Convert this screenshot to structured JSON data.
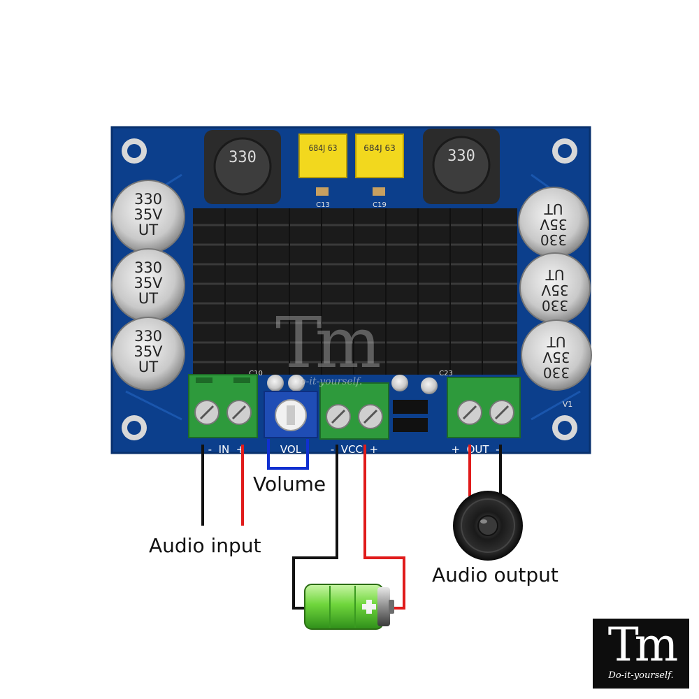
{
  "labels": {
    "audio_input": "Audio input",
    "volume": "Volume",
    "audio_output": "Audio output"
  },
  "board": {
    "inductor_left": "330",
    "inductor_right": "330",
    "film_cap_left": "684J 63",
    "film_cap_right": "684J 63",
    "cap_marking": [
      "330",
      "35V",
      "UT"
    ],
    "terminal_in": "-  IN  +",
    "terminal_vol": "VOL",
    "terminal_vcc": "-  VCC  +",
    "terminal_out": "+  OUT  -",
    "ref_c10": "C10",
    "ref_c13": "C13",
    "ref_c19": "C19",
    "ref_c23": "C23",
    "ref_v1": "V1"
  },
  "logo": {
    "mark": "Tm",
    "tagline": "Do-it-yourself."
  },
  "watermark": {
    "mark": "Tm",
    "tagline": "Do-it-yourself."
  },
  "colors": {
    "pcb": "#0c3f8c",
    "heatsink": "#1b1b1b",
    "terminal": "#2e9a3c",
    "wire_negative": "#111111",
    "wire_positive": "#e01b1b",
    "volume_bracket": "#1030d0",
    "battery": "#7be04a"
  }
}
